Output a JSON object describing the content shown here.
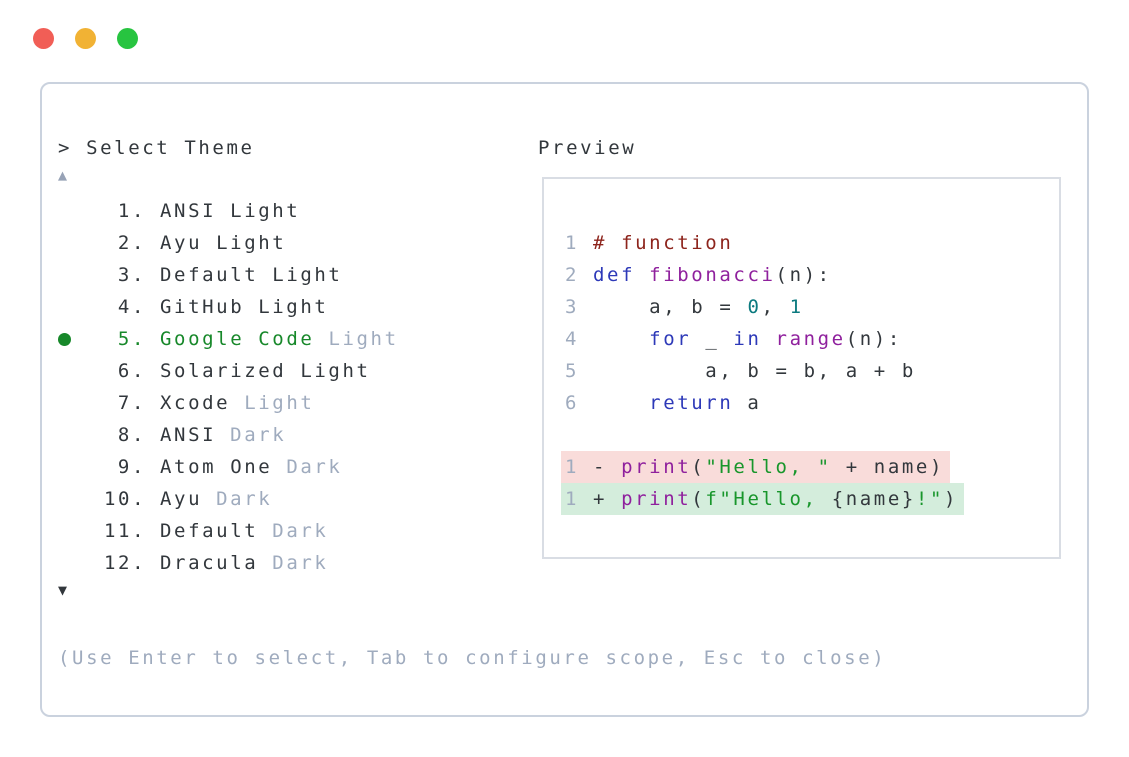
{
  "window": {
    "controls": [
      {
        "name": "close",
        "color": "#f15e56"
      },
      {
        "name": "minimize",
        "color": "#f1b234"
      },
      {
        "name": "maximize",
        "color": "#27c440"
      }
    ]
  },
  "theme_picker": {
    "prompt": "> Select Theme",
    "scroll_up_indicator": "▲",
    "scroll_down_indicator": "▼",
    "selected_color": "#17882a",
    "items": [
      {
        "num": "1.",
        "name": "ANSI",
        "variant": "Light",
        "selected": false,
        "variant_muted": false
      },
      {
        "num": "2.",
        "name": "Ayu",
        "variant": "Light",
        "selected": false,
        "variant_muted": false
      },
      {
        "num": "3.",
        "name": "Default",
        "variant": "Light",
        "selected": false,
        "variant_muted": false
      },
      {
        "num": "4.",
        "name": "GitHub",
        "variant": "Light",
        "selected": false,
        "variant_muted": false
      },
      {
        "num": "5.",
        "name": "Google Code",
        "variant": "Light",
        "selected": true,
        "variant_muted": true
      },
      {
        "num": "6.",
        "name": "Solarized",
        "variant": "Light",
        "selected": false,
        "variant_muted": false
      },
      {
        "num": "7.",
        "name": "Xcode",
        "variant": "Light",
        "selected": false,
        "variant_muted": true
      },
      {
        "num": "8.",
        "name": "ANSI",
        "variant": "Dark",
        "selected": false,
        "variant_muted": true
      },
      {
        "num": "9.",
        "name": "Atom One",
        "variant": "Dark",
        "selected": false,
        "variant_muted": true
      },
      {
        "num": "10.",
        "name": "Ayu",
        "variant": "Dark",
        "selected": false,
        "variant_muted": true
      },
      {
        "num": "11.",
        "name": "Default",
        "variant": "Dark",
        "selected": false,
        "variant_muted": true
      },
      {
        "num": "12.",
        "name": "Dracula",
        "variant": "Dark",
        "selected": false,
        "variant_muted": true
      }
    ],
    "footer_hint": "(Use Enter to select, Tab to configure scope, Esc to close)"
  },
  "preview": {
    "title": "Preview",
    "lines": [
      {
        "num": "1",
        "diff": null,
        "tokens": [
          [
            "comment",
            "# function"
          ]
        ]
      },
      {
        "num": "2",
        "diff": null,
        "tokens": [
          [
            "keyword",
            "def"
          ],
          [
            "plain",
            " "
          ],
          [
            "function",
            "fibonacci"
          ],
          [
            "plain",
            "(n):"
          ]
        ]
      },
      {
        "num": "3",
        "diff": null,
        "tokens": [
          [
            "plain",
            "    a, b = "
          ],
          [
            "number",
            "0"
          ],
          [
            "plain",
            ", "
          ],
          [
            "number",
            "1"
          ]
        ]
      },
      {
        "num": "4",
        "diff": null,
        "tokens": [
          [
            "plain",
            "    "
          ],
          [
            "keyword",
            "for"
          ],
          [
            "plain",
            " _ "
          ],
          [
            "keyword",
            "in"
          ],
          [
            "plain",
            " "
          ],
          [
            "function",
            "range"
          ],
          [
            "plain",
            "(n):"
          ]
        ]
      },
      {
        "num": "5",
        "diff": null,
        "tokens": [
          [
            "plain",
            "        a, b = b, a + b"
          ]
        ]
      },
      {
        "num": "6",
        "diff": null,
        "tokens": [
          [
            "plain",
            "    "
          ],
          [
            "keyword",
            "return"
          ],
          [
            "plain",
            " a"
          ]
        ]
      },
      {
        "blank": true
      },
      {
        "num": "1",
        "diff": "removed",
        "tokens": [
          [
            "plain",
            "- "
          ],
          [
            "function",
            "print"
          ],
          [
            "plain",
            "("
          ],
          [
            "string",
            "\"Hello, \""
          ],
          [
            "plain",
            " + name)"
          ]
        ]
      },
      {
        "num": "1",
        "diff": "added",
        "tokens": [
          [
            "plain",
            "+ "
          ],
          [
            "function",
            "print"
          ],
          [
            "plain",
            "("
          ],
          [
            "string",
            "f\"Hello, "
          ],
          [
            "plain",
            "{name}"
          ],
          [
            "string",
            "!\""
          ],
          [
            "plain",
            ")"
          ]
        ]
      }
    ]
  }
}
